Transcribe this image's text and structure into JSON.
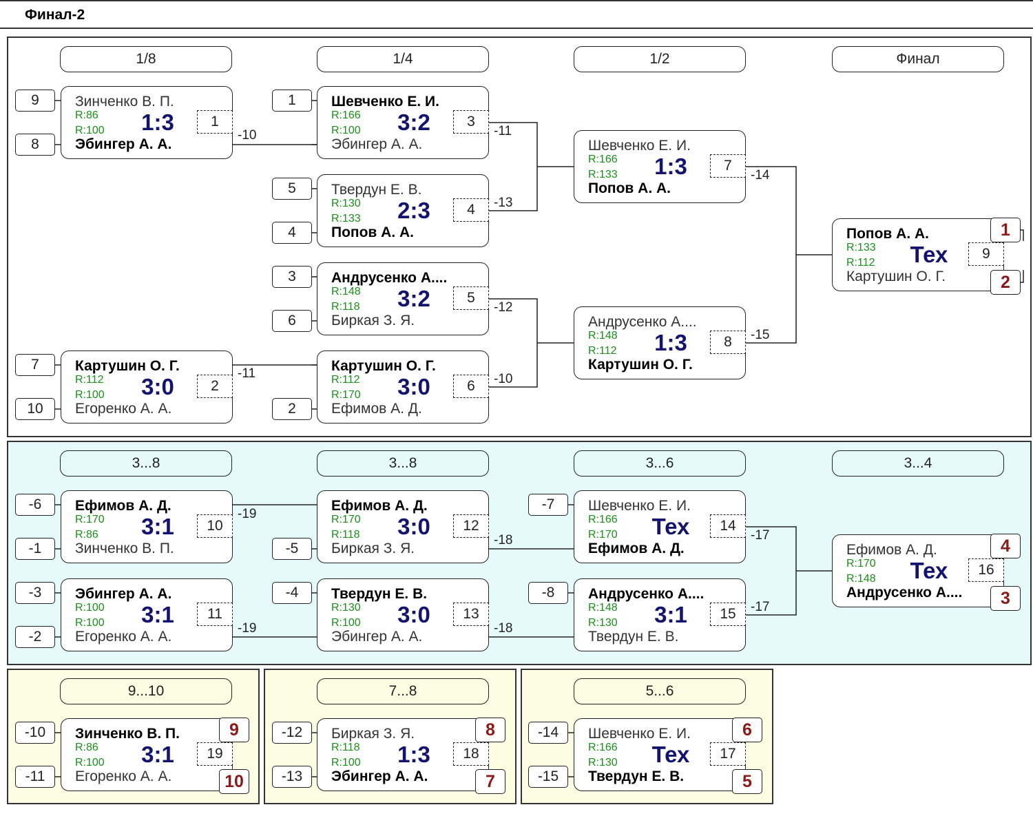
{
  "window": {
    "title": "Финал-2"
  },
  "main": {
    "rounds": [
      "1/8",
      "1/4",
      "1/2",
      "Финал"
    ],
    "seeds": [
      "9",
      "8",
      "1",
      "5",
      "4",
      "3",
      "6",
      "7",
      "10",
      "2"
    ],
    "matches": [
      {
        "p1": "Зинченко В. П.",
        "r1": "R:86",
        "p2": "Эбингер А. А.",
        "r2": "R:100",
        "score": "1:3",
        "num": "1",
        "loser": "-10"
      },
      {
        "p1": "Картушин О. Г.",
        "r1": "R:112",
        "p2": "Егоренко А. А.",
        "r2": "R:100",
        "score": "3:0",
        "num": "2",
        "loser": "-11"
      },
      {
        "p1": "Шевченко Е. И.",
        "r1": "R:166",
        "p2": "Эбингер А. А.",
        "r2": "R:100",
        "score": "3:2",
        "num": "3",
        "loser": "-11"
      },
      {
        "p1": "Твердун Е. В.",
        "r1": "R:130",
        "p2": "Попов А. А.",
        "r2": "R:133",
        "score": "2:3",
        "num": "4",
        "loser": "-13"
      },
      {
        "p1": "Андрусенко А....",
        "r1": "R:148",
        "p2": "Биркая З. Я.",
        "r2": "R:118",
        "score": "3:2",
        "num": "5",
        "loser": "-12"
      },
      {
        "p1": "Картушин О. Г.",
        "r1": "R:112",
        "p2": "Ефимов А. Д.",
        "r2": "R:170",
        "score": "3:0",
        "num": "6",
        "loser": "-10"
      },
      {
        "p1": "Шевченко Е. И.",
        "r1": "R:166",
        "p2": "Попов А. А.",
        "r2": "R:133",
        "score": "1:3",
        "num": "7",
        "loser": "-14"
      },
      {
        "p1": "Андрусенко А....",
        "r1": "R:148",
        "p2": "Картушин О. Г.",
        "r2": "R:112",
        "score": "1:3",
        "num": "8",
        "loser": "-15"
      },
      {
        "p1": "Попов А. А.",
        "r1": "R:133",
        "p2": "Картушин О. Г.",
        "r2": "R:112",
        "score": "Тех",
        "num": "9"
      }
    ],
    "places": [
      "1",
      "2"
    ]
  },
  "consolation": {
    "rounds": [
      "3...8",
      "3...8",
      "3...6",
      "3...4"
    ],
    "seeds": [
      "-6",
      "-1",
      "-3",
      "-2",
      "-5",
      "-4",
      "-7",
      "-8"
    ],
    "matches": [
      {
        "p1": "Ефимов А. Д.",
        "r1": "R:170",
        "p2": "Зинченко В. П.",
        "r2": "R:86",
        "score": "3:1",
        "num": "10",
        "loser": "-19"
      },
      {
        "p1": "Эбингер А. А.",
        "r1": "R:100",
        "p2": "Егоренко А. А.",
        "r2": "R:100",
        "score": "3:1",
        "num": "11",
        "loser": "-19"
      },
      {
        "p1": "Ефимов А. Д.",
        "r1": "R:170",
        "p2": "Биркая З. Я.",
        "r2": "R:118",
        "score": "3:0",
        "num": "12",
        "loser": "-18"
      },
      {
        "p1": "Твердун Е. В.",
        "r1": "R:130",
        "p2": "Эбингер А. А.",
        "r2": "R:100",
        "score": "3:0",
        "num": "13",
        "loser": "-18"
      },
      {
        "p1": "Шевченко Е. И.",
        "r1": "R:166",
        "p2": "Ефимов А. Д.",
        "r2": "R:170",
        "score": "Тех",
        "num": "14",
        "loser": "-17"
      },
      {
        "p1": "Андрусенко А....",
        "r1": "R:148",
        "p2": "Твердун Е. В.",
        "r2": "R:130",
        "score": "3:1",
        "num": "15",
        "loser": "-17"
      },
      {
        "p1": "Ефимов А. Д.",
        "r1": "R:170",
        "p2": "Андрусенко А....",
        "r2": "R:148",
        "score": "Тех",
        "num": "16"
      }
    ],
    "places": [
      "4",
      "3"
    ]
  },
  "placements": [
    {
      "round": "9...10",
      "seeds": [
        "-10",
        "-11"
      ],
      "match": {
        "p1": "Зинченко В. П.",
        "r1": "R:86",
        "p2": "Егоренко А. А.",
        "r2": "R:100",
        "score": "3:1",
        "num": "19"
      },
      "places": [
        "9",
        "10"
      ]
    },
    {
      "round": "7...8",
      "seeds": [
        "-12",
        "-13"
      ],
      "match": {
        "p1": "Биркая З. Я.",
        "r1": "R:118",
        "p2": "Эбингер А. А.",
        "r2": "R:100",
        "score": "1:3",
        "num": "18"
      },
      "places": [
        "8",
        "7"
      ]
    },
    {
      "round": "5...6",
      "seeds": [
        "-14",
        "-15"
      ],
      "match": {
        "p1": "Шевченко Е. И.",
        "r1": "R:166",
        "p2": "Твердун Е. В.",
        "r2": "R:130",
        "score": "Тех",
        "num": "17"
      },
      "places": [
        "6",
        "5"
      ]
    }
  ],
  "colors": {
    "score": "#14146e",
    "rating": "#1a8f1a",
    "place": "#8b1a1a",
    "consolation_bg": "#e6fafc",
    "placement_bg": "#fdfde4"
  }
}
